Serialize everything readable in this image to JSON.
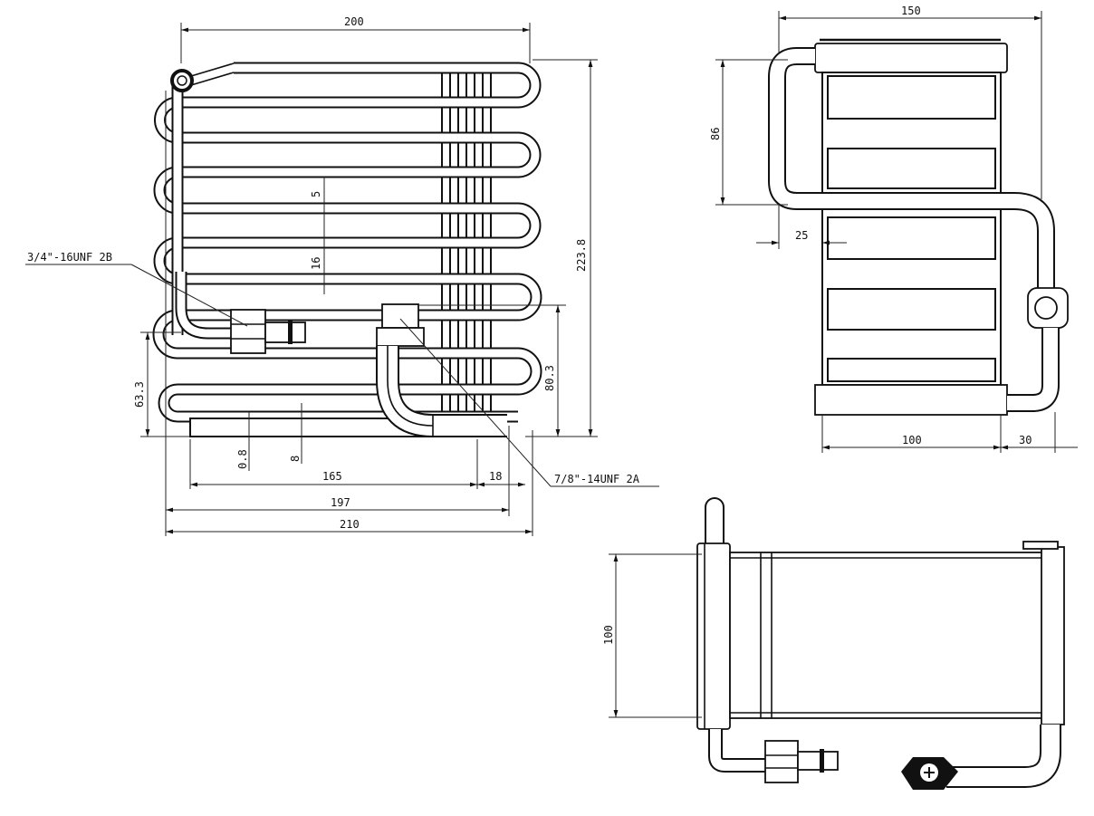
{
  "front_view": {
    "dims": {
      "width_top": "200",
      "height_total": "223.8",
      "fin_gap": "5",
      "tube_pitch": "16",
      "outlet_height": "80.3",
      "inlet_height": "63.3",
      "plate_thickness": "0.8",
      "tube_offset": "8",
      "bottom_length": "165",
      "outlet_offset": "18",
      "mid_width": "197",
      "overall_width": "210"
    },
    "callouts": {
      "inlet_fitting": "3/4\"-16UNF 2B",
      "outlet_fitting": "7/8\"-14UNF 2A"
    }
  },
  "side_view": {
    "dims": {
      "overall_depth": "150",
      "upper_pipe_height": "86",
      "pipe_offset": "25",
      "core_depth": "100",
      "fitting_offset": "30"
    }
  },
  "top_view": {
    "dims": {
      "core_depth": "100"
    }
  }
}
